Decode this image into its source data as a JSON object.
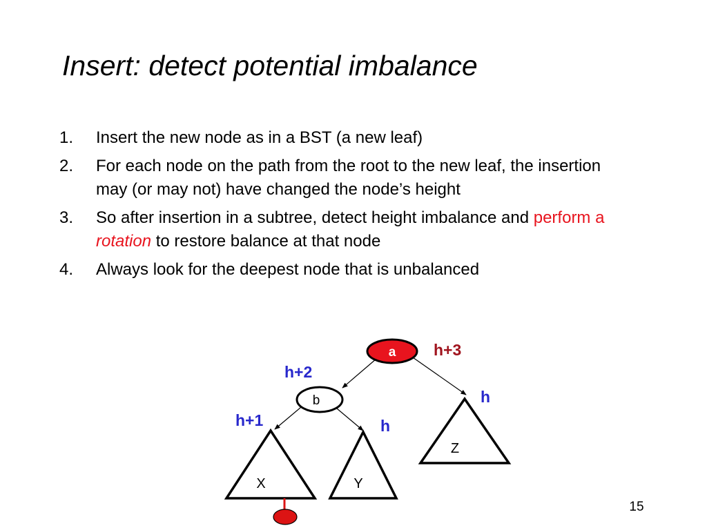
{
  "slide": {
    "title": "Insert: detect potential imbalance",
    "page_number": "15"
  },
  "bullets": [
    {
      "num": "1.",
      "parts": [
        "Insert the new node as in a BST (a new leaf)"
      ]
    },
    {
      "num": "2.",
      "parts": [
        "For each node on the path from the root to the new leaf, the insertion may (or may not) have changed the node’s height"
      ]
    },
    {
      "num": "3.",
      "parts": [
        "So after insertion in a subtree, detect height imbalance and ",
        "perform a ",
        "rotation",
        " to restore balance at that node"
      ]
    },
    {
      "num": "4.",
      "parts": [
        "Always look for the deepest node that is unbalanced"
      ]
    }
  ],
  "diagram": {
    "nodes": {
      "a": {
        "label": "a",
        "height_label": "h+3"
      },
      "b": {
        "label": "b",
        "height_label": "h+2"
      }
    },
    "subtrees": {
      "X": {
        "label": "X",
        "height_label": "h+1"
      },
      "Y": {
        "label": "Y",
        "height_label": "h"
      },
      "Z": {
        "label": "Z",
        "height_label": "h"
      }
    },
    "colors": {
      "root_fill": "#e8141e",
      "root_label": "#e8141e",
      "blue_label": "#2828cc",
      "dark_red_label": "#a0141e",
      "new_leaf": "#dc1414",
      "emphasis": "#e8141e"
    }
  }
}
